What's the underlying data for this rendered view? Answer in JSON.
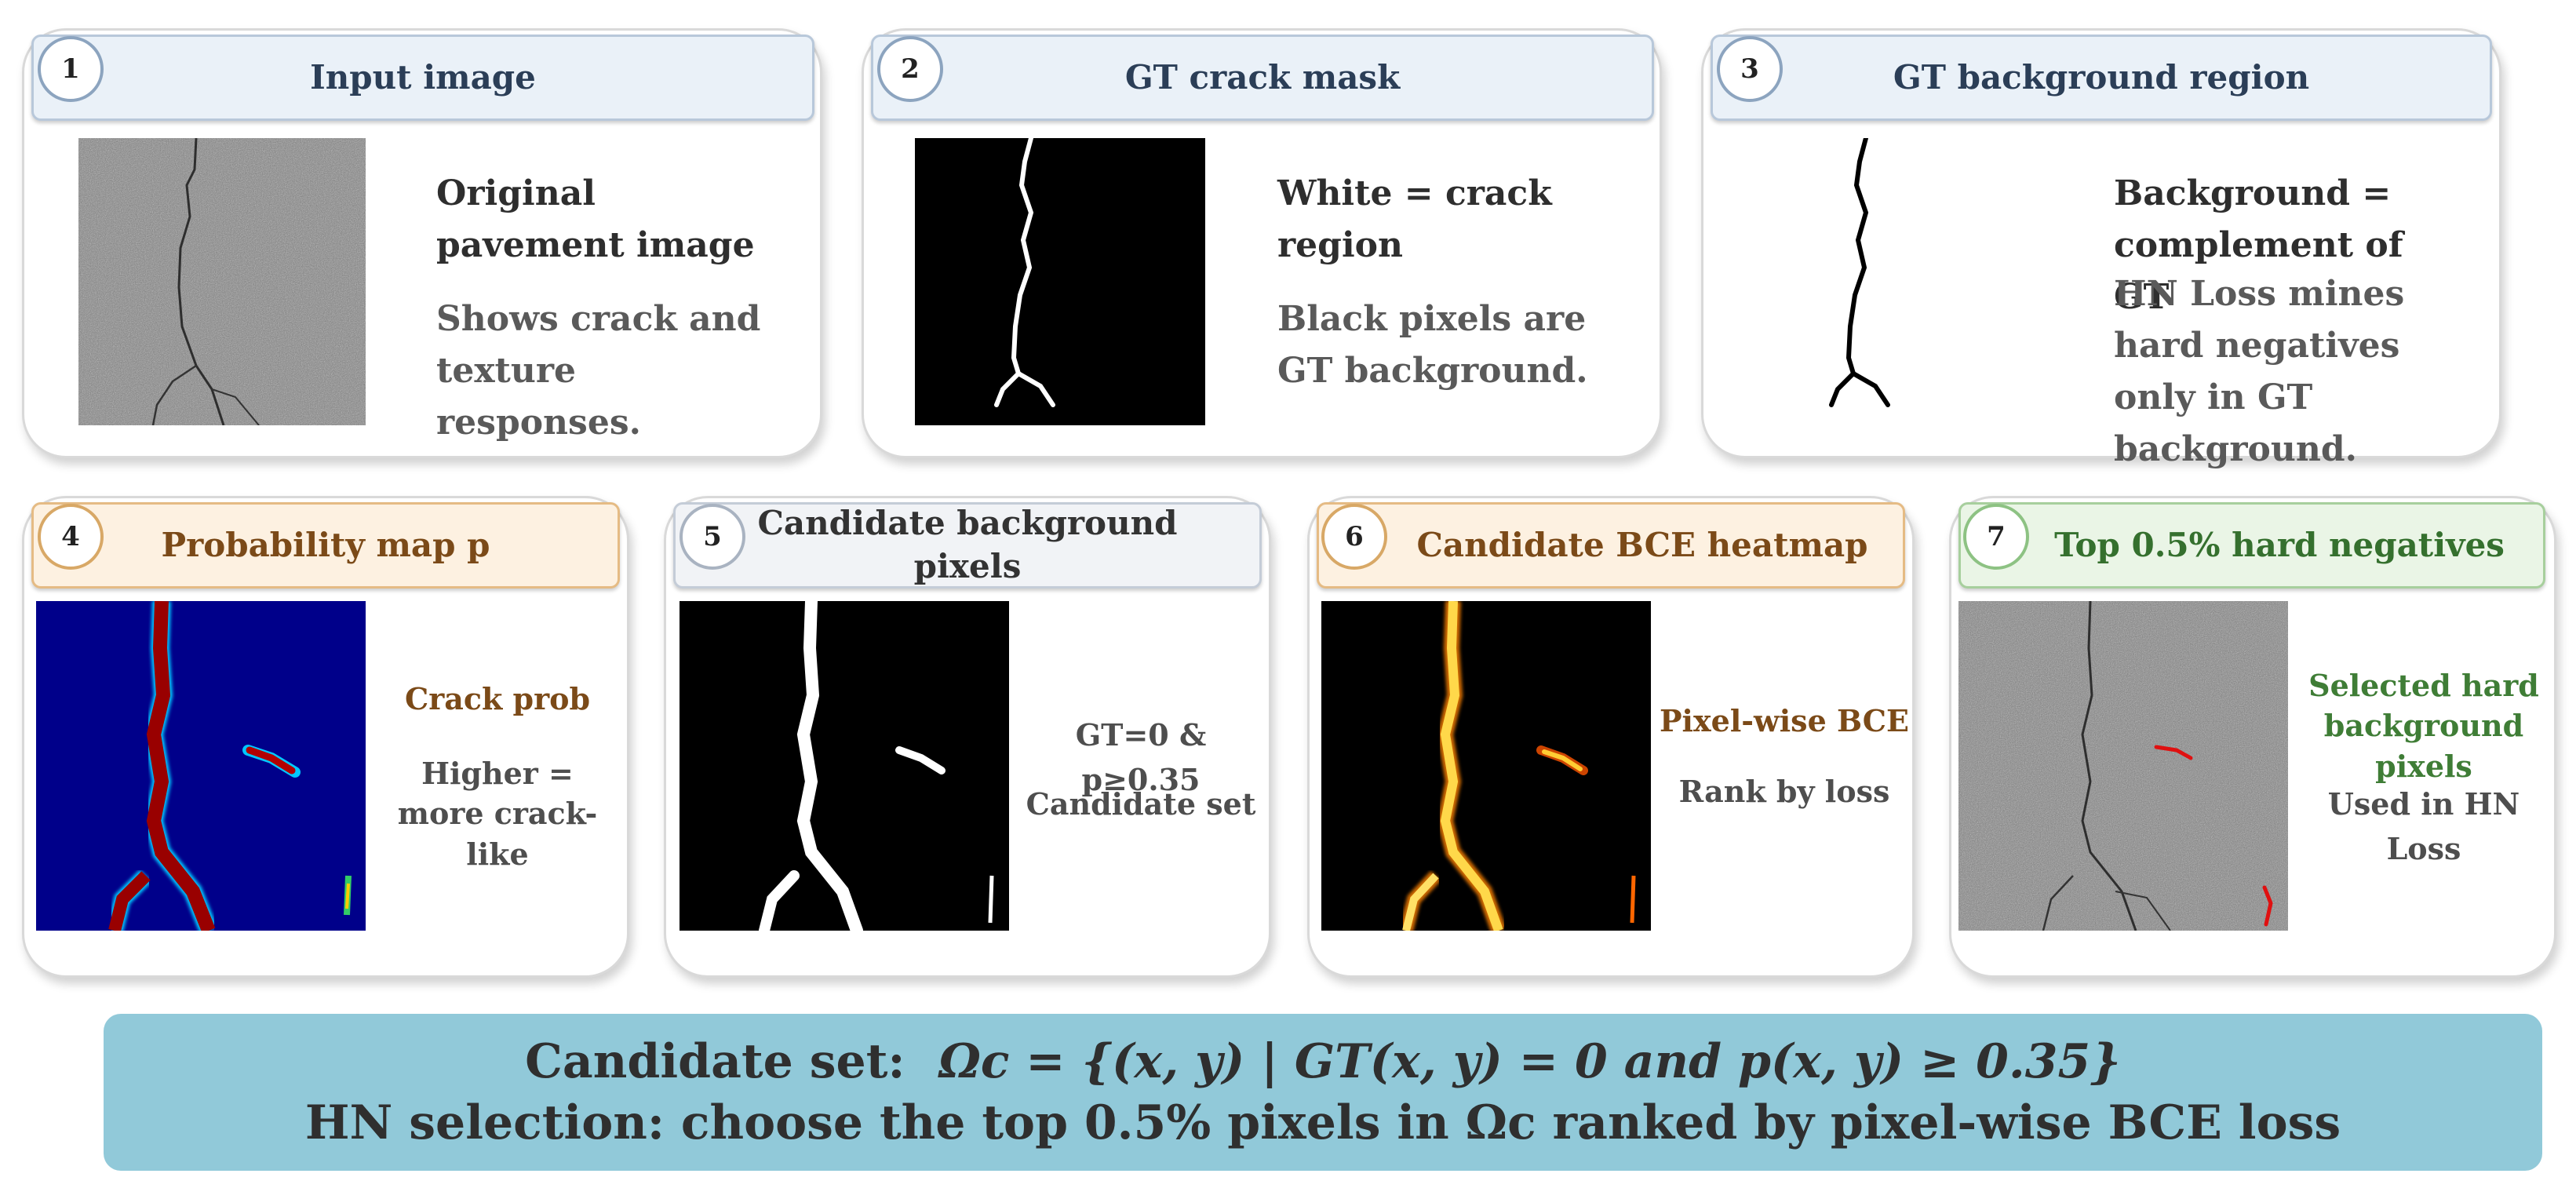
{
  "panels": [
    {
      "num": "1",
      "title": "Input image",
      "texts": [
        "Original pavement image",
        "Shows crack and texture responses."
      ]
    },
    {
      "num": "2",
      "title": "GT crack mask",
      "texts": [
        "White = crack region",
        "Black pixels are GT background."
      ]
    },
    {
      "num": "3",
      "title": "GT background region",
      "texts": [
        "Background = complement of GT",
        "HN Loss mines hard negatives only in GT background."
      ]
    },
    {
      "num": "4",
      "title": "Probability map p",
      "texts": [
        "Crack prob",
        "Higher = more crack-like"
      ]
    },
    {
      "num": "5",
      "title": "Candidate background pixels",
      "texts": [
        "GT=0 & p≥0.35",
        "Candidate set"
      ]
    },
    {
      "num": "6",
      "title": "Candidate BCE heatmap",
      "texts": [
        "Pixel-wise BCE",
        "Rank by loss"
      ]
    },
    {
      "num": "7",
      "title": "Top 0.5% hard negatives",
      "texts": [
        "Selected hard background pixels",
        "Used in HN Loss"
      ]
    }
  ],
  "formula": {
    "line1_label": "Candidate set:",
    "line1_math": "Ωc = {(x, y) | GT(x, y) = 0 and p(x, y) ≥ 0.35}",
    "line2": "HN selection:  choose the top 0.5% pixels in Ωc ranked by pixel-wise BCE loss"
  },
  "colors": {
    "blue_header": "#eaf1f8",
    "orange_header": "#fdf1e1",
    "green_header": "#eaf5e6",
    "formula_bg": "#91c9d9",
    "crack_prob": "#990000",
    "heat_yellow": "#ffd84a",
    "hn_red": "#e01010"
  }
}
